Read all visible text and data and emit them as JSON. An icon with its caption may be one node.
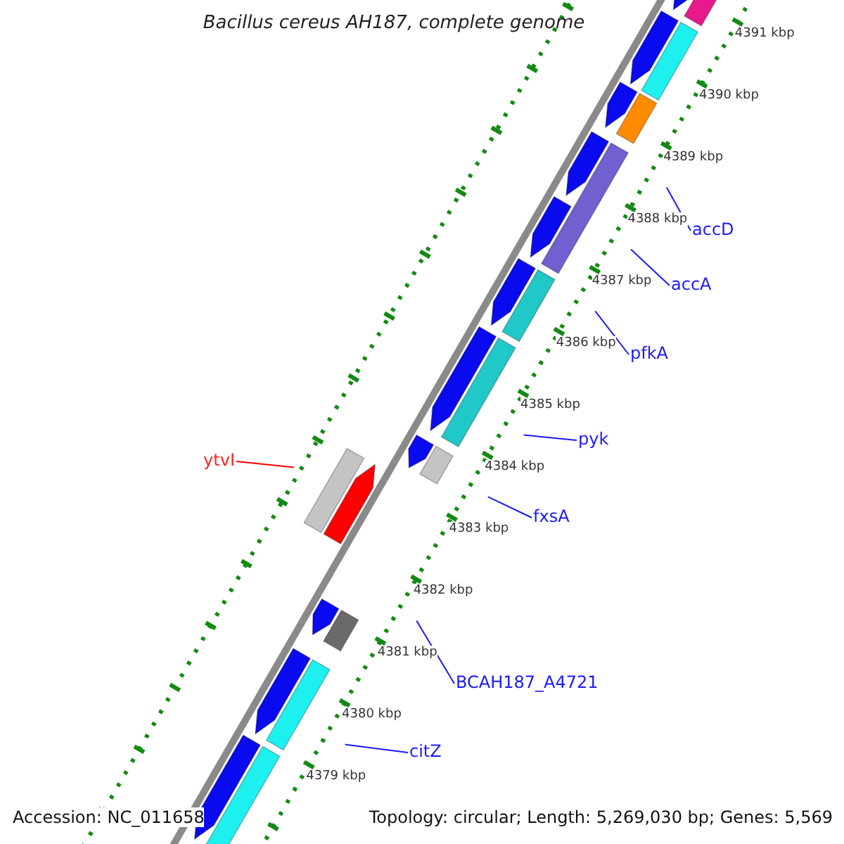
{
  "diagram": {
    "title": "Bacillus cereus AH187, complete genome",
    "nodes": [
      {
        "text": [
          "accD"
        ]
      },
      {
        "text": [
          "accA"
        ]
      },
      {
        "text": [
          "pfkA"
        ]
      },
      {
        "text": [
          "pyk"
        ]
      },
      {
        "text": [
          "ytvI"
        ]
      },
      {
        "text": [
          "fxsA"
        ]
      },
      {
        "text": [
          "BCAH187_A4721"
        ]
      },
      {
        "text": [
          "citZ"
        ]
      }
    ],
    "edges": [
      {
        "from": 0,
        "to": null,
        "arrow": "none"
      },
      {
        "from": 1,
        "to": null,
        "arrow": "none"
      },
      {
        "from": 2,
        "to": null,
        "arrow": "none"
      },
      {
        "from": 3,
        "to": null,
        "arrow": "none"
      },
      {
        "from": 4,
        "to": null,
        "arrow": "none",
        "color": "#ff0000"
      },
      {
        "from": 5,
        "to": null,
        "arrow": "none"
      },
      {
        "from": 6,
        "to": null,
        "arrow": "none"
      },
      {
        "from": 7,
        "to": null,
        "arrow": "none"
      }
    ],
    "labels": [
      "4391 kbp",
      "4390 kbp",
      "4389 kbp",
      "4388 kbp",
      "4387 kbp",
      "4386 kbp",
      "4385 kbp",
      "4384 kbp",
      "4383 kbp",
      "4382 kbp",
      "4381 kbp",
      "4380 kbp",
      "4379 kbp",
      "Accession: NC_011658",
      "Topology: circular; Length: 5,269,030 bp; Genes: 5,569"
    ]
  }
}
